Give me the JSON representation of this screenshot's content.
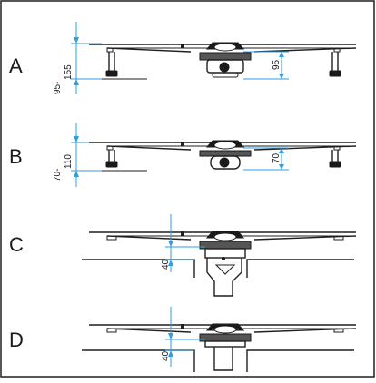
{
  "rows": [
    {
      "letter": "A",
      "height_dim_top": "95-",
      "height_dim_bottom": "155",
      "drain_dim": "95"
    },
    {
      "letter": "B",
      "height_dim_top": "70-",
      "height_dim_bottom": "110",
      "drain_dim": "70"
    },
    {
      "letter": "C",
      "drain_dim": "40"
    },
    {
      "letter": "D",
      "drain_dim": "40"
    }
  ],
  "colors": {
    "frame": "#1f1f1f",
    "dimension": "#2f9fe0",
    "background": "#ffffff"
  }
}
